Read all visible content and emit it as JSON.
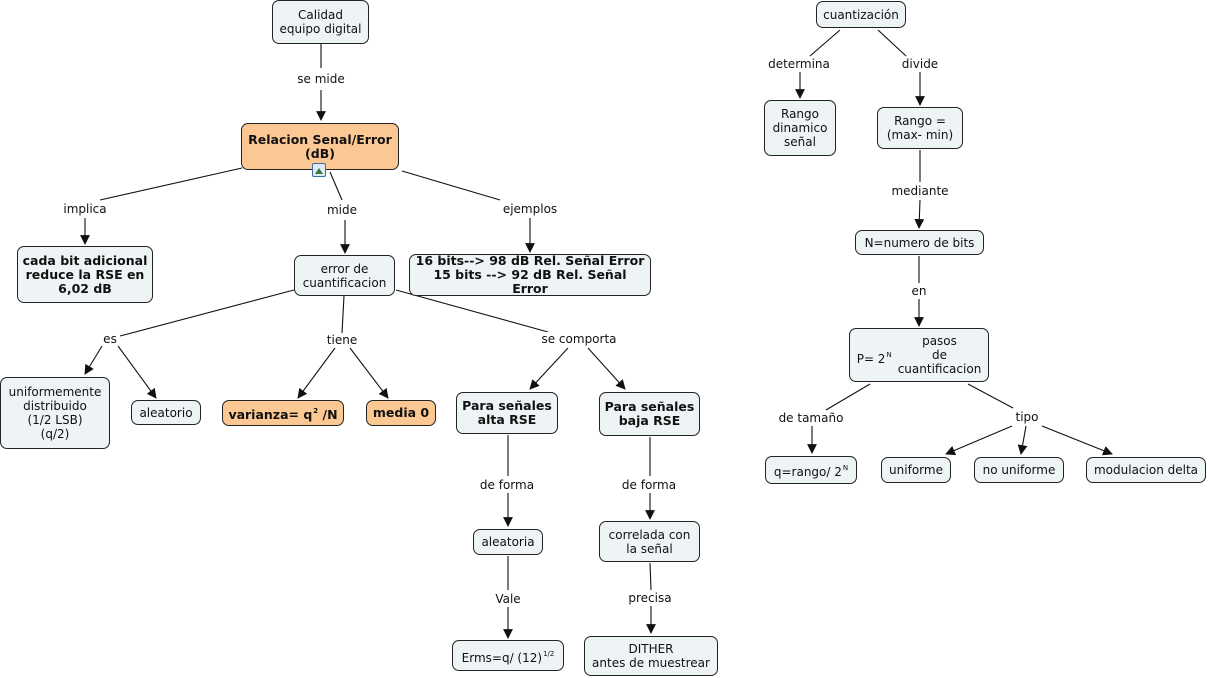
{
  "nodes": {
    "calidad": [
      "Calidad",
      "equipo digital"
    ],
    "rse": [
      "Relacion Senal/Error",
      "(dB)"
    ],
    "cada_bit": [
      "cada bit adicional",
      "reduce la RSE en",
      "6,02 dB"
    ],
    "error_cuant": [
      "error de",
      "cuantificacion"
    ],
    "ejemplos_box": [
      "16 bits--> 98 dB Rel. Señal Error",
      "15 bits --> 92 dB Rel. Señal Error"
    ],
    "uniforme_dist": [
      "uniformemente",
      "distribuido",
      "(1/2 LSB)",
      "(q/2)"
    ],
    "aleatorio": "aleatorio",
    "varianza": {
      "base": "varianza= q",
      "sup": "2",
      "tail": " /N"
    },
    "media": "media 0",
    "alta_rse": [
      "Para señales",
      "alta RSE"
    ],
    "baja_rse": [
      "Para señales",
      "baja RSE"
    ],
    "aleatoria": "aleatoria",
    "correlada": [
      "correlada con",
      "la señal"
    ],
    "erms": {
      "base": "Erms=q/ (12)",
      "sup": "1/2"
    },
    "dither": [
      "DITHER",
      "antes de muestrear"
    ],
    "cuantizacion": "cuantización",
    "rango_dinamico": [
      "Rango",
      "dinamico",
      "señal"
    ],
    "rango_eq": [
      "Rango =",
      "(max- min)"
    ],
    "n_bits": "N=numero de bits",
    "pasos": {
      "formula": "P= 2",
      "sup": "N",
      "lines": [
        "pasos",
        "de",
        "cuantificacion"
      ]
    },
    "q_rango": {
      "base": "q=rango/ 2",
      "sup": "N"
    },
    "uniforme": "uniforme",
    "no_uniforme": "no uniforme",
    "modulacion": "modulacion delta"
  },
  "labels": {
    "se_mide": "se mide",
    "implica": "implica",
    "mide": "mide",
    "ejemplos": "ejemplos",
    "es": "es",
    "tiene": "tiene",
    "se_comporta": "se comporta",
    "de_forma_1": "de forma",
    "de_forma_2": "de forma",
    "vale": "Vale",
    "precisa": "precisa",
    "determina": "determina",
    "divide": "divide",
    "mediante": "mediante",
    "en": "en",
    "de_tamano": "de tamaño",
    "tipo": "tipo"
  },
  "colors": {
    "node_fill": "#eef3f5",
    "highlight_fill": "#fbc894",
    "stroke": "#111111"
  }
}
